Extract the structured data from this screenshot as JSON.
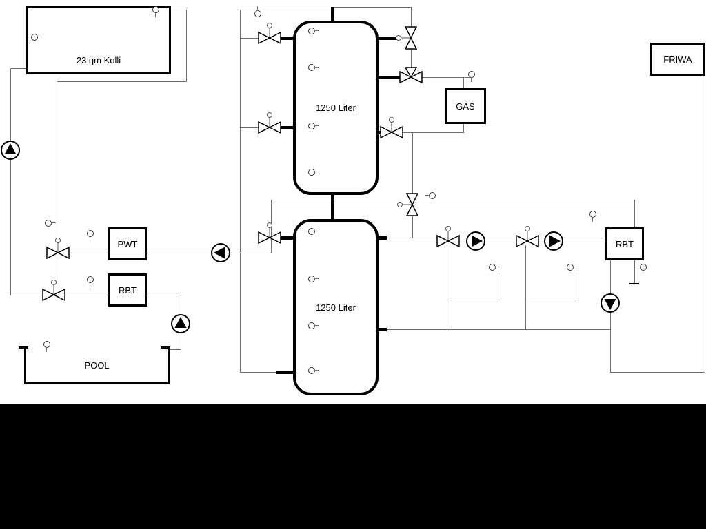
{
  "colors": {
    "background": "#ffffff",
    "bottom_band": "#000000",
    "line": "#6e6e6e",
    "outline": "#000000"
  },
  "labels": {
    "collector": "23 qm Kolli",
    "tank_top": "1250 Liter",
    "tank_bottom": "1250 Liter",
    "pwt": "PWT",
    "rbt_left": "RBT",
    "gas": "GAS",
    "friwa": "FRIWA",
    "rbt_right": "RBT",
    "pool": "POOL"
  }
}
